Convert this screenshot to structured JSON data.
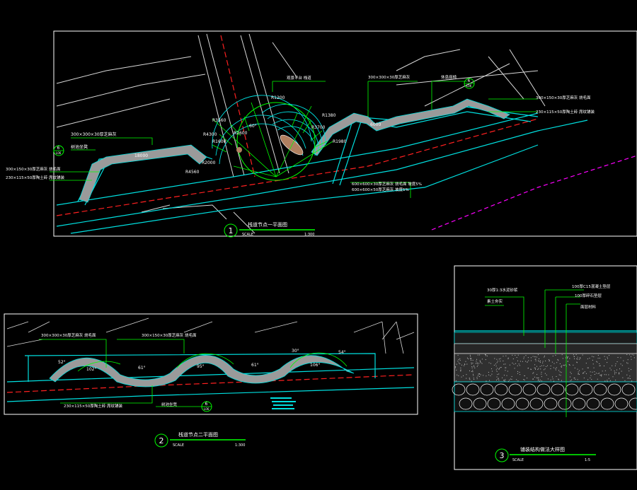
{
  "drawing1": {
    "number": "1",
    "title": "栈道节点一平面图",
    "scale_label": "SCALE",
    "scale_value": "1:300",
    "callouts": [
      "300×300×30厚芝麻灰",
      "300×150×30厚芝麻灰 烧毛面",
      "230×115×50厚陶土砖 席纹铺装",
      "600×600×30厚芝麻灰 烧毛面 坡度5%",
      "600×600×50厚芝麻灰 坡度5%",
      "树池坐凳",
      "休息座椅",
      "观景平台 栈道"
    ],
    "dims": [
      "18000",
      "6000",
      "R4300",
      "R2000",
      "R4560",
      "R3560",
      "R1980",
      "R1200",
      "R1380",
      "R1600",
      "60°",
      "R2600",
      "R3700"
    ],
    "section_ref": "6",
    "section_sub": "L06"
  },
  "drawing2": {
    "number": "2",
    "title": "栈道节点二平面图",
    "scale_label": "SCALE",
    "scale_value": "1:300",
    "callouts": [
      "300×300×30厚芝麻灰 烧毛面",
      "300×150×30厚芝麻灰 烧毛面",
      "230×115×50厚陶土砖 席纹铺装",
      "树池坐凳"
    ],
    "angles": [
      "52°",
      "102°",
      "61°",
      "95°",
      "61°",
      "30°",
      "106°",
      "54°"
    ],
    "section_ref": "6",
    "section_sub": "L06"
  },
  "drawing3": {
    "number": "3",
    "title": "铺装结构做法大样图",
    "scale_label": "SCALE",
    "scale_value": "1:5",
    "layers": [
      "30厚1:3水泥砂浆",
      "素土夯实",
      "100厚C15混凝土垫层",
      "100厚碎石垫层",
      "面层材料"
    ]
  },
  "colors": {
    "background": "#000000",
    "cyan": "#00e0e0",
    "green": "#00ff00",
    "red": "#ff2020",
    "magenta": "#ff00ff",
    "white": "#ffffff",
    "paving": "#9a9a9a"
  }
}
